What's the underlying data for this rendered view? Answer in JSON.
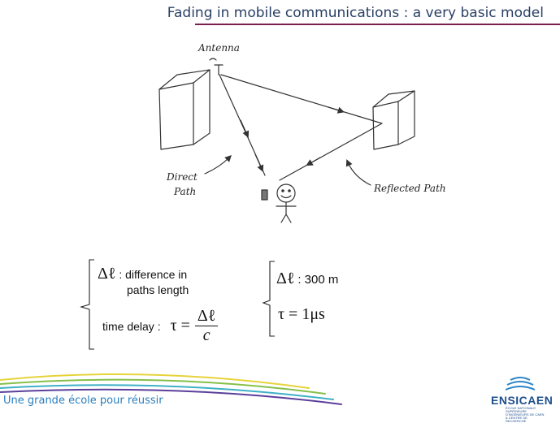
{
  "slide": {
    "title": "Fading in mobile communications : a very basic model"
  },
  "diagram": {
    "label_antenna": "Antenna",
    "label_direct_line1": "Direct",
    "label_direct_line2": "Path",
    "label_reflected": "Reflected Path"
  },
  "formulas": {
    "left": {
      "delta_l_symbol": "Δℓ",
      "delta_l_desc_line1": ": difference in",
      "delta_l_desc_line2": "paths length",
      "time_delay_label": "time delay :",
      "tau_symbol": "τ =",
      "fraction_numerator": "Δℓ",
      "fraction_denominator": "c"
    },
    "right": {
      "delta_l_symbol": "Δℓ",
      "delta_l_value": ": 300 m",
      "tau_equation": "τ = 1μs"
    }
  },
  "footer": {
    "tagline": "Une grande école pour réussir",
    "logo_name": "ENSICAEN",
    "logo_subtext": "ÉCOLE NATIONALE SUPÉRIEURE D'INGÉNIEURS DE CAEN & CENTRE DE RECHERCHE"
  },
  "colors": {
    "title_text": "#2a3f66",
    "title_rule": "#7a1f4e",
    "tagline": "#2a7fc0",
    "logo": "#1e4f8c"
  }
}
